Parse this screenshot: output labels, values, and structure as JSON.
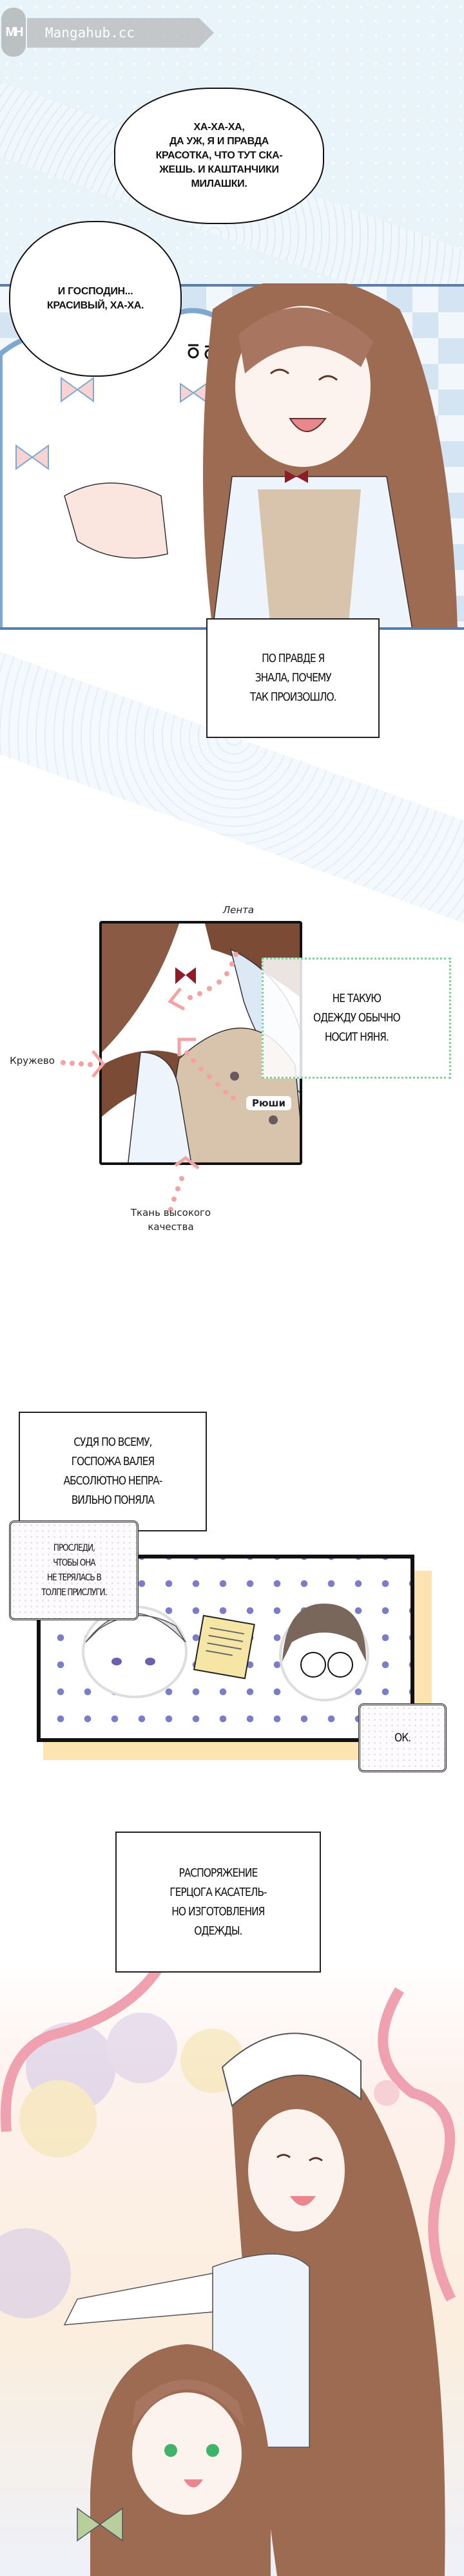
{
  "watermark": {
    "brand_mark": "MH",
    "site": "Mangahub.cc"
  },
  "scene1": {
    "bubble_laugh": "ХА-ХА-ХА,\nДА УЖ, Я И ПРАВДА\nКРАСОТКА, ЧТО ТУТ СКА-\nЖЕШЬ. И КАШТАНЧИКИ\nМИЛАШКИ.",
    "bubble_master": "И ГОСПОДИН...\nКРАСИВЫЙ, ХА-ХА.",
    "narration": "ПО ПРАВДЕ Я\nЗНАЛА, ПОЧЕМУ\nТАК ПРОИЗОШЛО."
  },
  "scene2": {
    "labels": {
      "ribbon": "Лента",
      "lace": "Кружево",
      "frills": "Рюши",
      "fabric": "Ткань высокого\nкачества"
    },
    "caption": "НЕ ТАКУЮ\nОДЕЖДУ ОБЫЧНО\nНОСИТ НЯНЯ."
  },
  "scene3": {
    "narration": "СУДЯ ПО ВСЕМУ,\nГОСПОЖА ВАЛЕЯ\nАБСОЛЮТНО НЕПРА-\nВИЛЬНО ПОНЯЛА",
    "order_bubble": "ПРОСЛЕДИ,\nЧТОБЫ ОНА\nНЕ ТЕРЯЛАСЬ В\nТОЛПЕ ПРИСЛУГИ.",
    "reply_bubble": "ОК."
  },
  "scene4": {
    "narration": "РАСПОРЯЖЕНИЕ\nГЕРЦОГА КАСАТЕЛЬ-\nНО ИЗГОТОВЛЕНИЯ\nОДЕЖДЫ."
  },
  "colors": {
    "panel_blue": "#5b7ea6",
    "hair": "#9c6b52",
    "pink_arrow": "#f4a3a3",
    "green_frame": "#7fd39a"
  }
}
